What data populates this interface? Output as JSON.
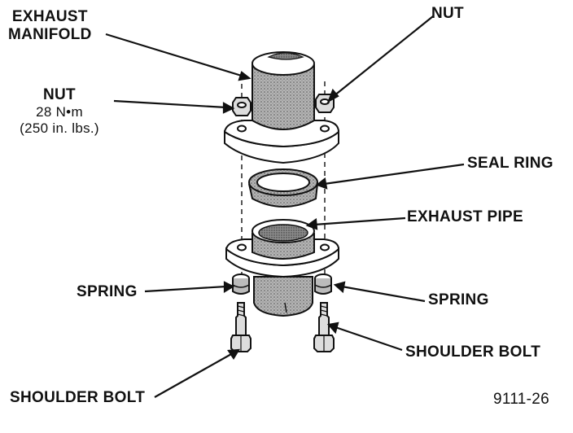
{
  "labels": {
    "exhaust_manifold_line1": "EXHAUST",
    "exhaust_manifold_line2": "MANIFOLD",
    "nut_top_right": "NUT",
    "nut_left": "NUT",
    "nut_torque_metric": "28 N•m",
    "nut_torque_imperial": "(250 in. lbs.)",
    "seal_ring": "SEAL RING",
    "exhaust_pipe": "EXHAUST PIPE",
    "spring_left": "SPRING",
    "spring_right": "SPRING",
    "shoulder_bolt_right": "SHOULDER BOLT",
    "shoulder_bolt_bottom": "SHOULDER BOLT",
    "figure_number": "9111-26"
  },
  "colors": {
    "ink": "#111111",
    "shade": "#9a9a9a",
    "background": "#ffffff"
  }
}
